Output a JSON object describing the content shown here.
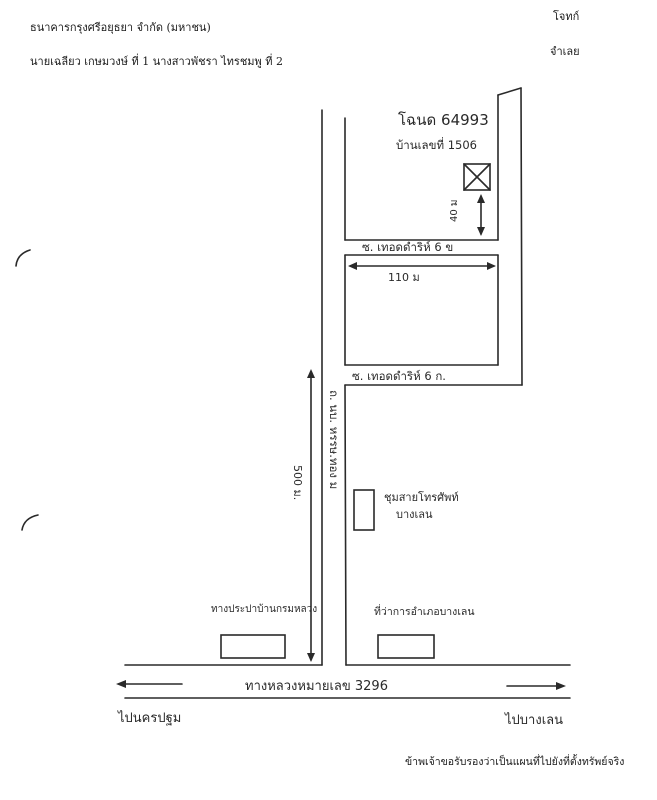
{
  "header": {
    "bank_name": "ธนาคารกรุงศรีอยุธยา จำกัด (มหาชน)",
    "applicants": "นายเฉลียว เกษมวงษ์ ที่ 1 นางสาวพัชรา ไทรชมพู ที่ 2",
    "right_top": "โจทก์",
    "right_bottom": "จำเลย"
  },
  "map": {
    "deed_label": "โฉนด 64993",
    "house_number": "บ้านเลขที่ 1506",
    "distance_vertical": "40 ม",
    "soi_upper": "ซ. เทอดดำริห์ 6 ข",
    "width_label": "110 ม",
    "soi_lower": "ซ. เทอดดำริห์ 6 ก.",
    "side_road": "ถ. นบ. หรรษ.ทอง ม",
    "distance_500": "500 ม.",
    "exchange_label": "ชุมสายโทรศัพท์",
    "exchange_place": "บางเลน",
    "left_landmark": "ทางประปาบ้านกรมหลวง",
    "right_landmark": "ที่ว่าการอำเภอบางเลน",
    "highway": "ทางหลวงหมายเลข 3296",
    "to_left": "ไปนครปฐม",
    "to_right": "ไปบางเลน"
  },
  "footer": {
    "certification": "ข้าพเจ้าขอรับรองว่าเป็นแผนที่ไปยังที่ตั้งทรัพย์จริง"
  }
}
